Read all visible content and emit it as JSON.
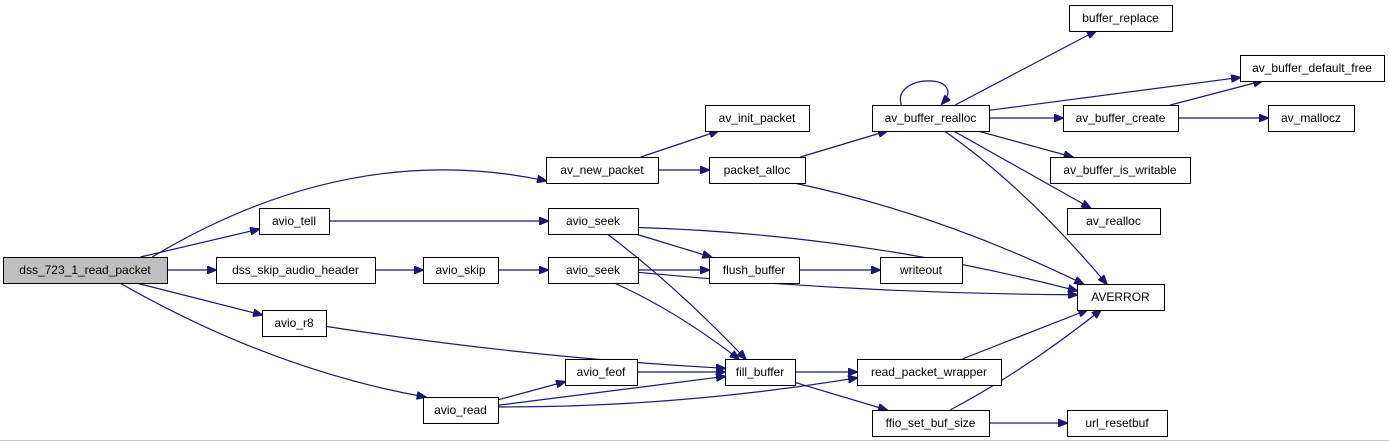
{
  "diagram": {
    "colors": {
      "edge": "#191970",
      "root_fill": "#bfbfbf",
      "node_fill": "#ffffff",
      "border": "#000000"
    },
    "nodes": [
      {
        "id": "dss",
        "label": "dss_723_1_read_packet",
        "root": true
      },
      {
        "id": "av_new_packet",
        "label": "av_new_packet"
      },
      {
        "id": "avio_tell",
        "label": "avio_tell"
      },
      {
        "id": "dss_skip",
        "label": "dss_skip_audio_header"
      },
      {
        "id": "avio_r8",
        "label": "avio_r8"
      },
      {
        "id": "avio_read",
        "label": "avio_read"
      },
      {
        "id": "av_init_packet",
        "label": "av_init_packet"
      },
      {
        "id": "packet_alloc",
        "label": "packet_alloc"
      },
      {
        "id": "avio_seek1",
        "label": "avio_seek"
      },
      {
        "id": "avio_skip",
        "label": "avio_skip"
      },
      {
        "id": "avio_seek2",
        "label": "avio_seek"
      },
      {
        "id": "avio_feof",
        "label": "avio_feof"
      },
      {
        "id": "flush_buffer",
        "label": "flush_buffer"
      },
      {
        "id": "fill_buffer",
        "label": "fill_buffer"
      },
      {
        "id": "writeout",
        "label": "writeout"
      },
      {
        "id": "av_buffer_realloc",
        "label": "av_buffer_realloc"
      },
      {
        "id": "read_packet_wrapper",
        "label": "read_packet_wrapper"
      },
      {
        "id": "ffio_set_buf_size",
        "label": "ffio_set_buf_size"
      },
      {
        "id": "buffer_replace",
        "label": "buffer_replace"
      },
      {
        "id": "av_buffer_create",
        "label": "av_buffer_create"
      },
      {
        "id": "av_buffer_is_writable",
        "label": "av_buffer_is_writable"
      },
      {
        "id": "av_realloc",
        "label": "av_realloc"
      },
      {
        "id": "AVERROR",
        "label": "AVERROR"
      },
      {
        "id": "url_resetbuf",
        "label": "url_resetbuf"
      },
      {
        "id": "av_buffer_default_free",
        "label": "av_buffer_default_free"
      },
      {
        "id": "av_mallocz",
        "label": "av_mallocz"
      }
    ],
    "edges": [
      [
        "dss",
        "av_new_packet"
      ],
      [
        "dss",
        "avio_tell"
      ],
      [
        "dss",
        "dss_skip"
      ],
      [
        "dss",
        "avio_r8"
      ],
      [
        "dss",
        "avio_read"
      ],
      [
        "av_new_packet",
        "av_init_packet"
      ],
      [
        "av_new_packet",
        "packet_alloc"
      ],
      [
        "packet_alloc",
        "av_buffer_realloc"
      ],
      [
        "packet_alloc",
        "AVERROR"
      ],
      [
        "avio_tell",
        "avio_seek1"
      ],
      [
        "avio_seek1",
        "flush_buffer"
      ],
      [
        "avio_seek1",
        "fill_buffer"
      ],
      [
        "avio_seek1",
        "AVERROR"
      ],
      [
        "dss_skip",
        "avio_skip"
      ],
      [
        "avio_skip",
        "avio_seek2"
      ],
      [
        "avio_seek2",
        "flush_buffer"
      ],
      [
        "avio_seek2",
        "fill_buffer"
      ],
      [
        "avio_seek2",
        "AVERROR"
      ],
      [
        "flush_buffer",
        "writeout"
      ],
      [
        "avio_r8",
        "fill_buffer"
      ],
      [
        "avio_read",
        "avio_feof"
      ],
      [
        "avio_read",
        "fill_buffer"
      ],
      [
        "avio_read",
        "read_packet_wrapper"
      ],
      [
        "avio_feof",
        "fill_buffer"
      ],
      [
        "fill_buffer",
        "read_packet_wrapper"
      ],
      [
        "fill_buffer",
        "ffio_set_buf_size"
      ],
      [
        "read_packet_wrapper",
        "AVERROR"
      ],
      [
        "ffio_set_buf_size",
        "AVERROR"
      ],
      [
        "ffio_set_buf_size",
        "url_resetbuf"
      ],
      [
        "av_buffer_realloc",
        "av_buffer_realloc"
      ],
      [
        "av_buffer_realloc",
        "buffer_replace"
      ],
      [
        "av_buffer_realloc",
        "av_buffer_default_free"
      ],
      [
        "av_buffer_realloc",
        "av_buffer_create"
      ],
      [
        "av_buffer_realloc",
        "av_buffer_is_writable"
      ],
      [
        "av_buffer_realloc",
        "av_realloc"
      ],
      [
        "av_buffer_realloc",
        "AVERROR"
      ],
      [
        "av_buffer_create",
        "av_buffer_default_free"
      ],
      [
        "av_buffer_create",
        "av_mallocz"
      ]
    ]
  }
}
